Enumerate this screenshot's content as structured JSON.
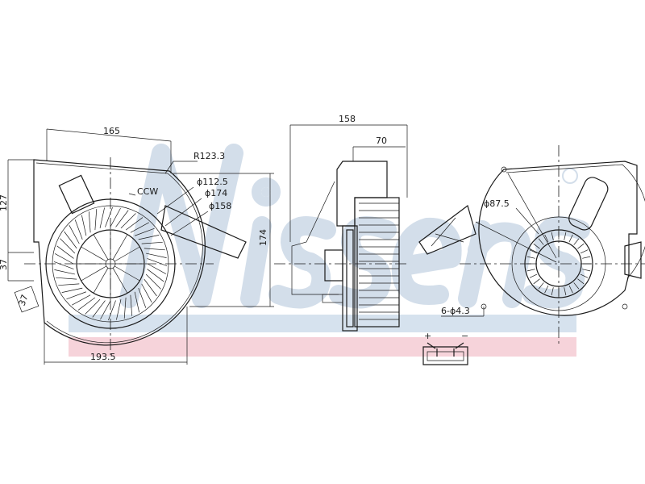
{
  "watermark": {
    "brand": "Nissens",
    "registered_mark": "®",
    "band_blue": "#d6e2ee",
    "band_pink": "#f6d3da",
    "logo_color": "#d3deea"
  },
  "front_view": {
    "dim_width_top": "165",
    "dim_radius": "R123.3",
    "dim_dia_1": "ϕ112.5",
    "dim_dia_2": "ϕ174",
    "dim_dia_3": "ϕ158",
    "rotation": "CCW",
    "dim_height_right": "174",
    "dim_width_bottom": "193.5",
    "dim_left_upper": "127",
    "dim_left_lower": "37",
    "dim_left_tab": "37"
  },
  "side_view": {
    "dim_overall": "158",
    "dim_fan": "70"
  },
  "rear_view": {
    "dim_dia": "ϕ87.5",
    "dim_holes": "6-ϕ4.3"
  },
  "connector": {
    "plus": "+",
    "minus": "−"
  }
}
